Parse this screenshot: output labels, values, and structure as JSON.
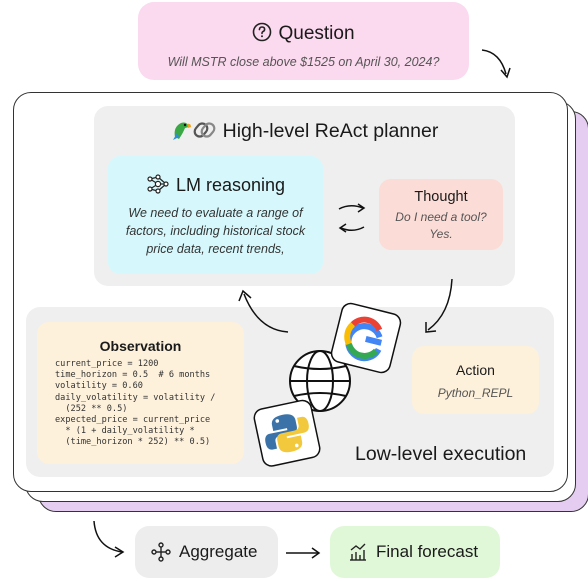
{
  "question": {
    "title": "Question",
    "text": "Will MSTR close above $1525 on April 30, 2024?"
  },
  "planner": {
    "title": "High-level ReAct planner",
    "lm_reasoning": {
      "title": "LM reasoning",
      "text": "We need to evaluate a range of factors, including historical stock price data, recent trends,"
    },
    "thought": {
      "title": "Thought",
      "line1": "Do I need a tool?",
      "line2": "Yes."
    }
  },
  "execution": {
    "title": "Low-level execution",
    "observation": {
      "title": "Observation",
      "code": "current_price = 1200\ntime_horizon = 0.5  # 6 months\nvolatility = 0.60\ndaily_volatility = volatility /\n  (252 ** 0.5)\nexpected_price = current_price\n  * (1 + daily_volatility *\n  (time_horizon * 252) ** 0.5)"
    },
    "action": {
      "title": "Action",
      "text": "Python_REPL"
    },
    "tool_icons": [
      "google-logo",
      "globe-icon",
      "python-logo"
    ]
  },
  "bottom": {
    "aggregate_label": "Aggregate",
    "final_label": "Final forecast"
  },
  "colors": {
    "question_bg": "#fbd9ee",
    "lm_bg": "#d6f8fc",
    "thought_bg": "#fbdcd6",
    "observation_bg": "#fdf1dc",
    "action_bg": "#fdf1dc",
    "panel_bg": "#efefef",
    "stack_bg": "#e5cdf2",
    "aggregate_bg": "#ededed",
    "final_bg": "#e0f8d8"
  }
}
